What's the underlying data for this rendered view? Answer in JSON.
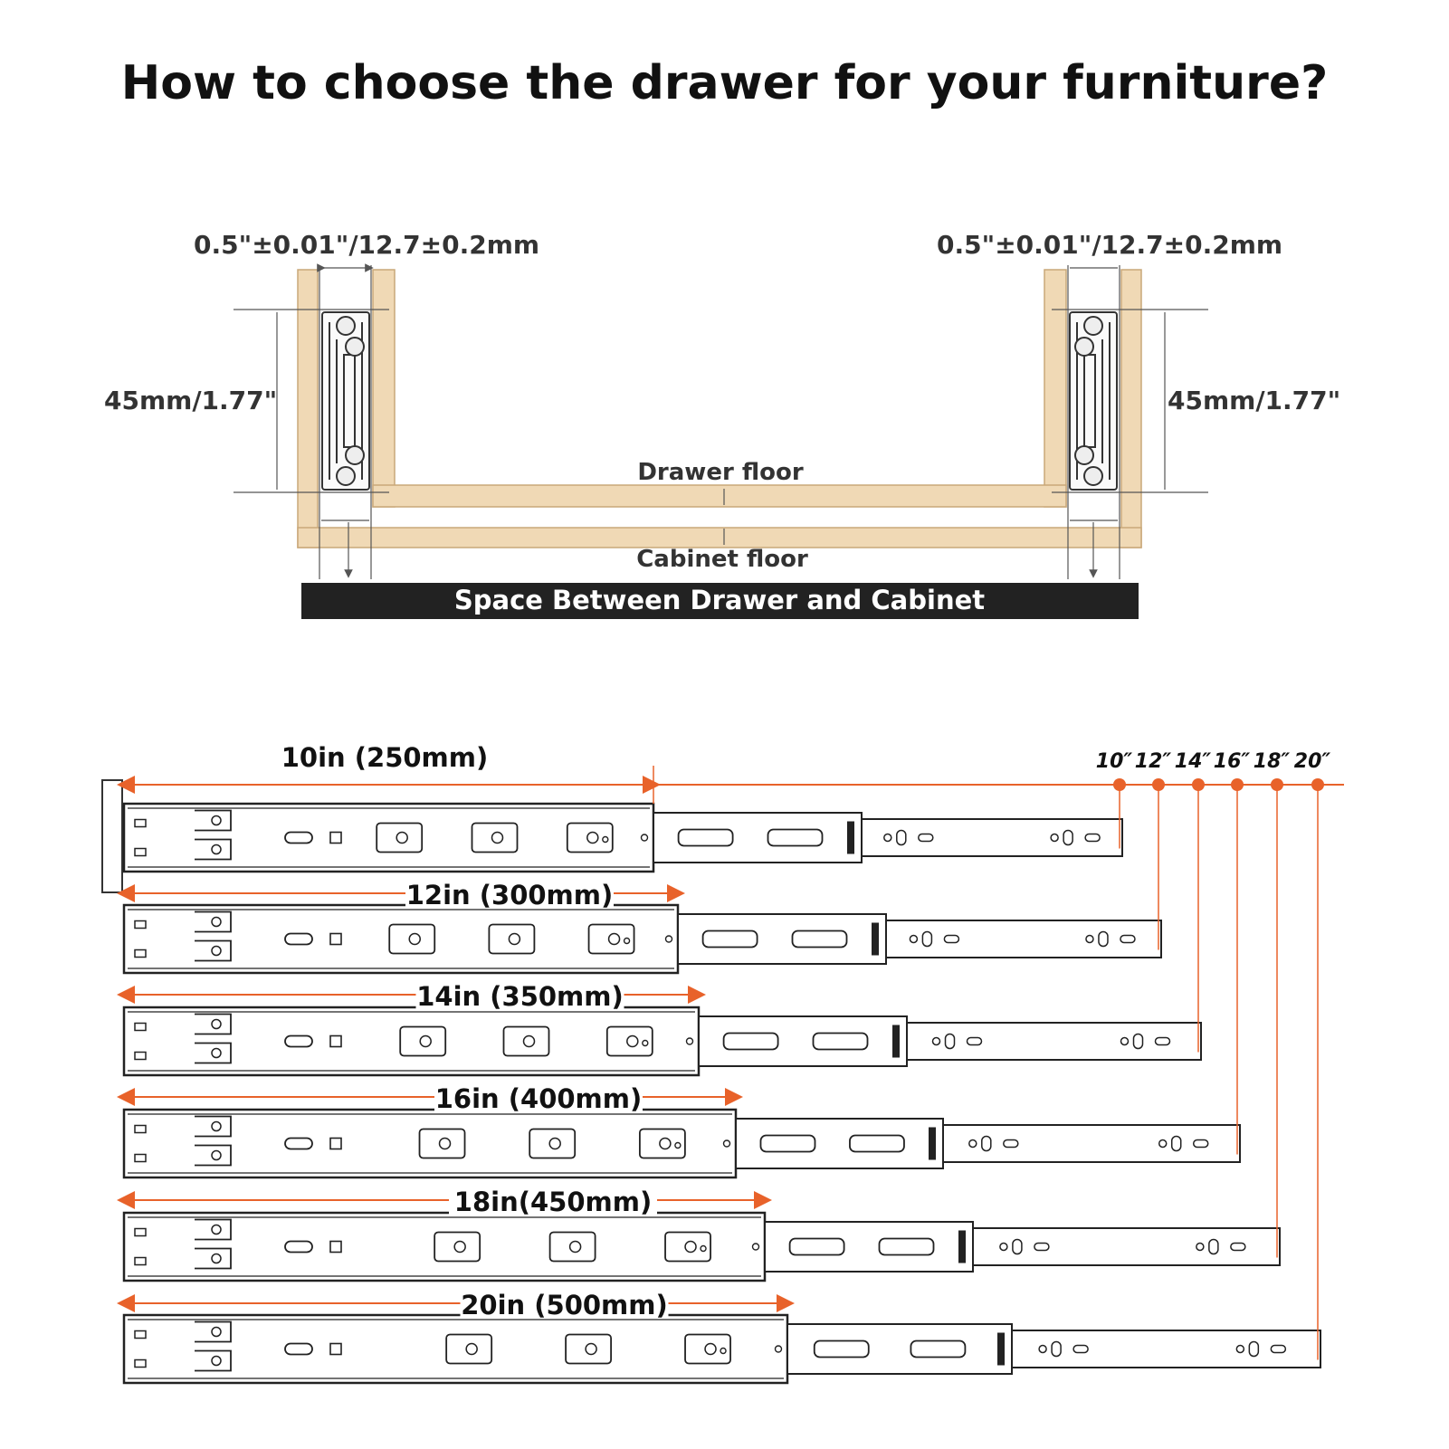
{
  "title": "How to choose the drawer for your furniture?",
  "cross_section": {
    "gap_left": "0.5\"±0.01\"/12.7±0.2mm",
    "gap_right": "0.5\"±0.01\"/12.7±0.2mm",
    "height_left": "45mm/1.77\"",
    "height_right": "45mm/1.77\"",
    "drawer_floor": "Drawer floor",
    "cabinet_floor": "Cabinet floor",
    "banner": "Space Between Drawer and Cabinet"
  },
  "slides": {
    "sizes": [
      {
        "label": "10in (250mm)",
        "tick": "10″"
      },
      {
        "label": "12in (300mm)",
        "tick": "12″"
      },
      {
        "label": "14in (350mm)",
        "tick": "14″"
      },
      {
        "label": "16in (400mm)",
        "tick": "16″"
      },
      {
        "label": "18in(450mm)",
        "tick": "18″"
      },
      {
        "label": "20in (500mm)",
        "tick": "20″"
      }
    ]
  },
  "colors": {
    "wood": "#f0d9b5",
    "wood_edge": "#c9a879",
    "accent": "#e8622a",
    "banner": "#222222"
  }
}
